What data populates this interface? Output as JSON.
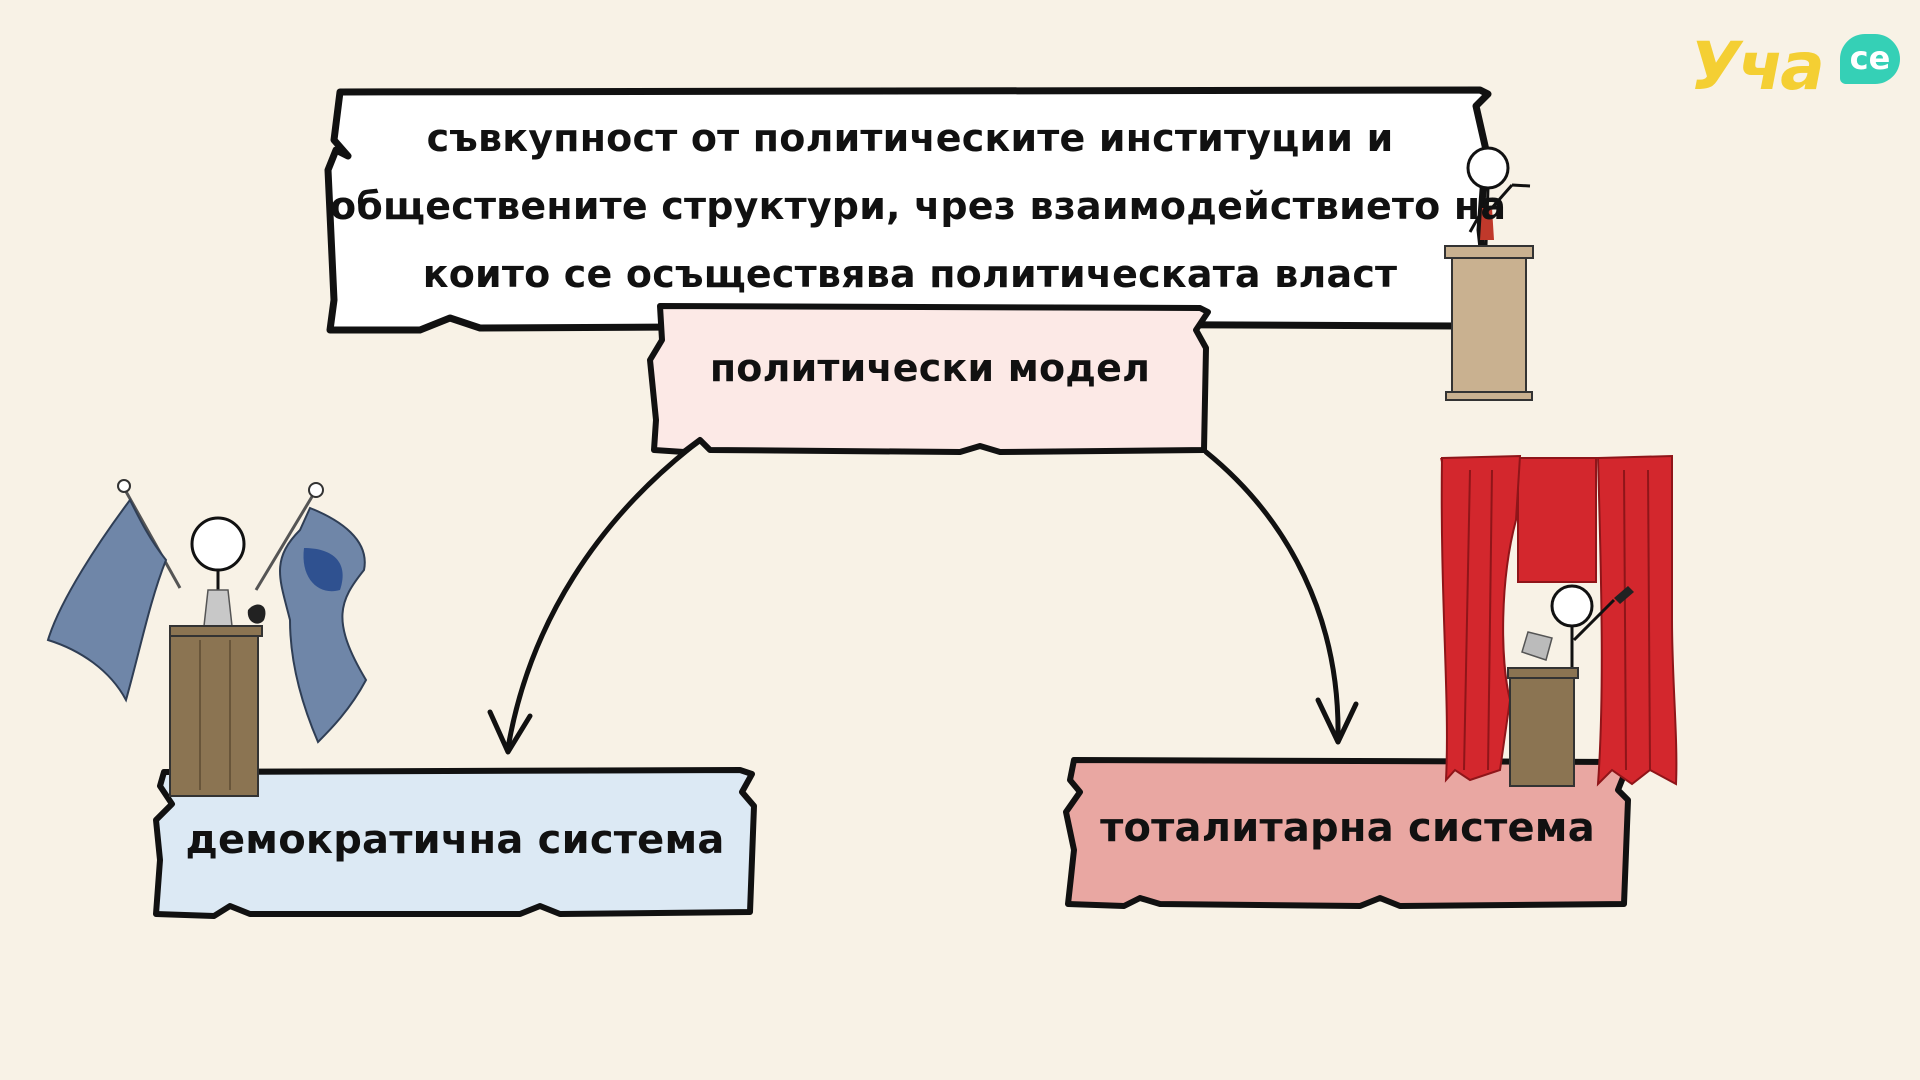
{
  "definition": {
    "lines": [
      "съвкупност от политическите институции и",
      "обществените структури, чрез взаимодействието на",
      "които се осъществява политическата власт"
    ]
  },
  "model": {
    "label": "политически модел"
  },
  "democracy": {
    "label": "демократична система"
  },
  "totalitarian": {
    "label": "тоталитарна система"
  },
  "logo": {
    "main": "Уча",
    "bubble": "се"
  },
  "colors": {
    "background": "#f8f2e6",
    "definition_box": "#ffffff",
    "model_box": "#fce9e6",
    "democracy_box": "#dce9f4",
    "totalitarian_box": "#e9a7a2",
    "curtain_red": "#d3272d",
    "flag_blue": "#6f86a8",
    "podium_brown": "#8b7452",
    "logo_yellow": "#f4cf33",
    "logo_teal": "#35d0b6"
  },
  "icons": [
    "speaker-podium-icon",
    "flags-podium-icon",
    "red-curtain-podium-icon",
    "arrow-left-icon",
    "arrow-right-icon"
  ]
}
